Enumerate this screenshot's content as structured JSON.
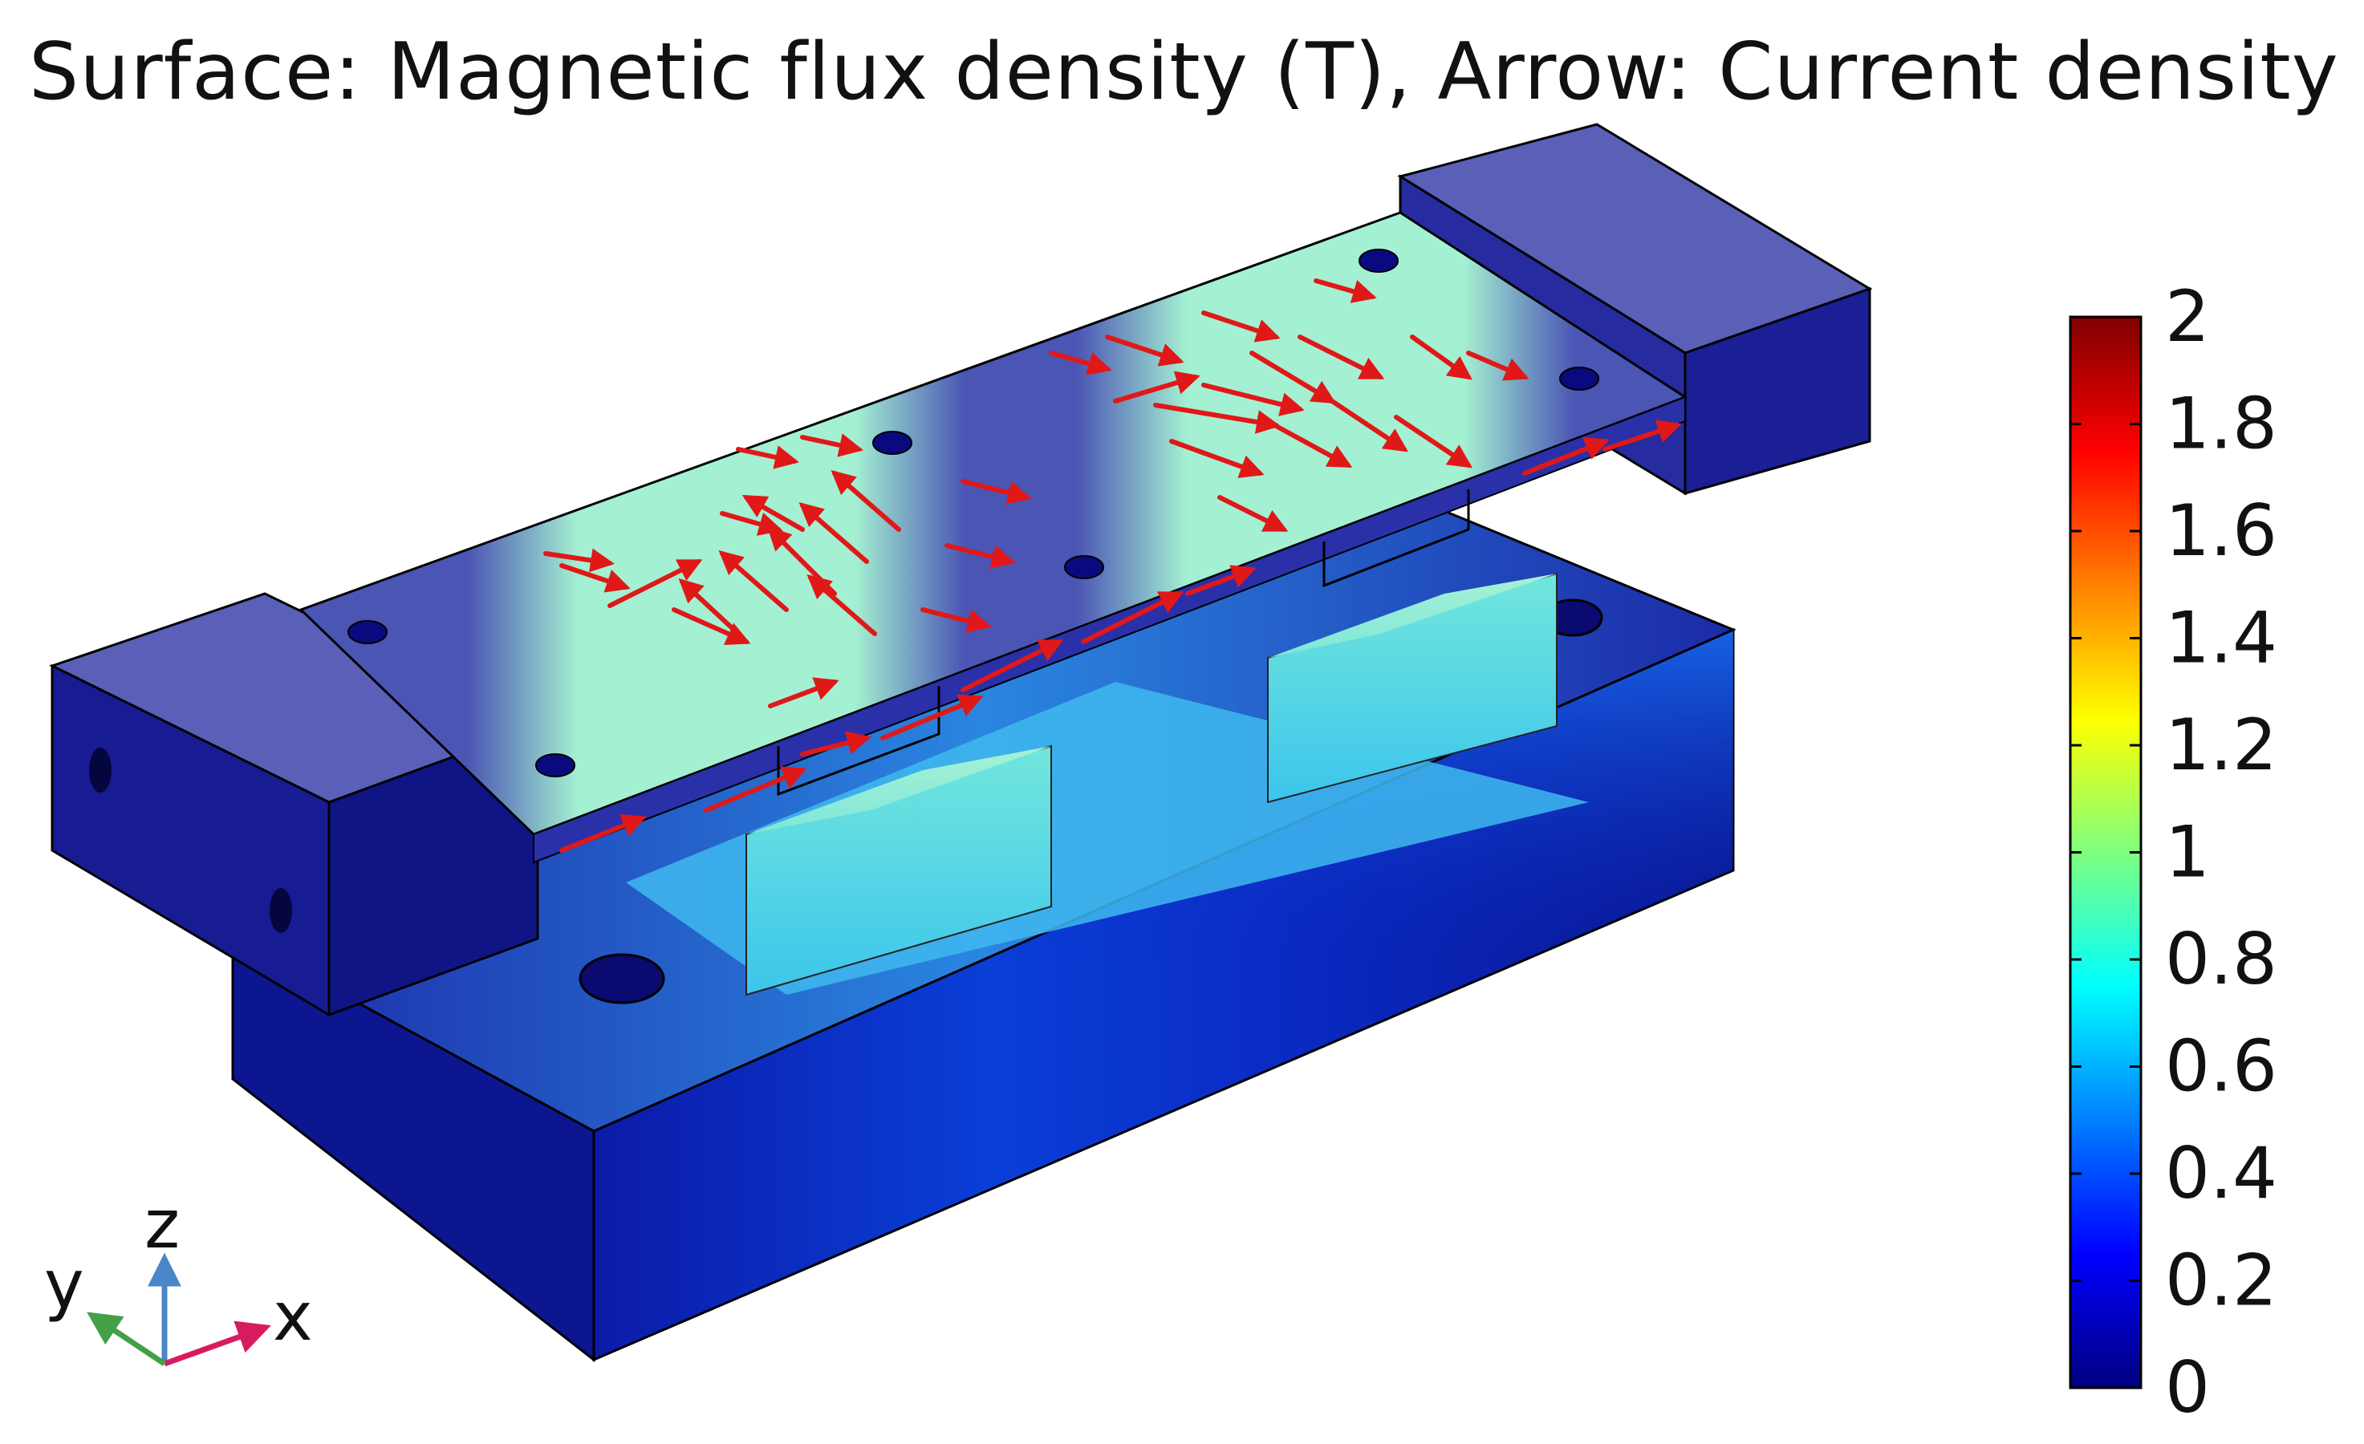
{
  "title": "Surface: Magnetic flux density (T), Arrow: Current density",
  "colorbar": {
    "min": 0,
    "max": 2,
    "ticks": [
      "2",
      "1.8",
      "1.6",
      "1.4",
      "1.2",
      "1",
      "0.8",
      "0.6",
      "0.4",
      "0.2",
      "0"
    ],
    "colormap": [
      "#00007f",
      "#0000ff",
      "#007fff",
      "#00ffff",
      "#7fff7f",
      "#ffff00",
      "#ff7f00",
      "#ff0000",
      "#7f0000"
    ]
  },
  "axes": {
    "x": "x",
    "y": "y",
    "z": "z"
  },
  "colors": {
    "low_field": "#1a1a8c",
    "mid_field": "#5ec8e0",
    "band_field": "#9ff0c8",
    "arrows": "#e01818",
    "axis_x": "#d81b60",
    "axis_y": "#43a047",
    "axis_z": "#4a86c8"
  }
}
